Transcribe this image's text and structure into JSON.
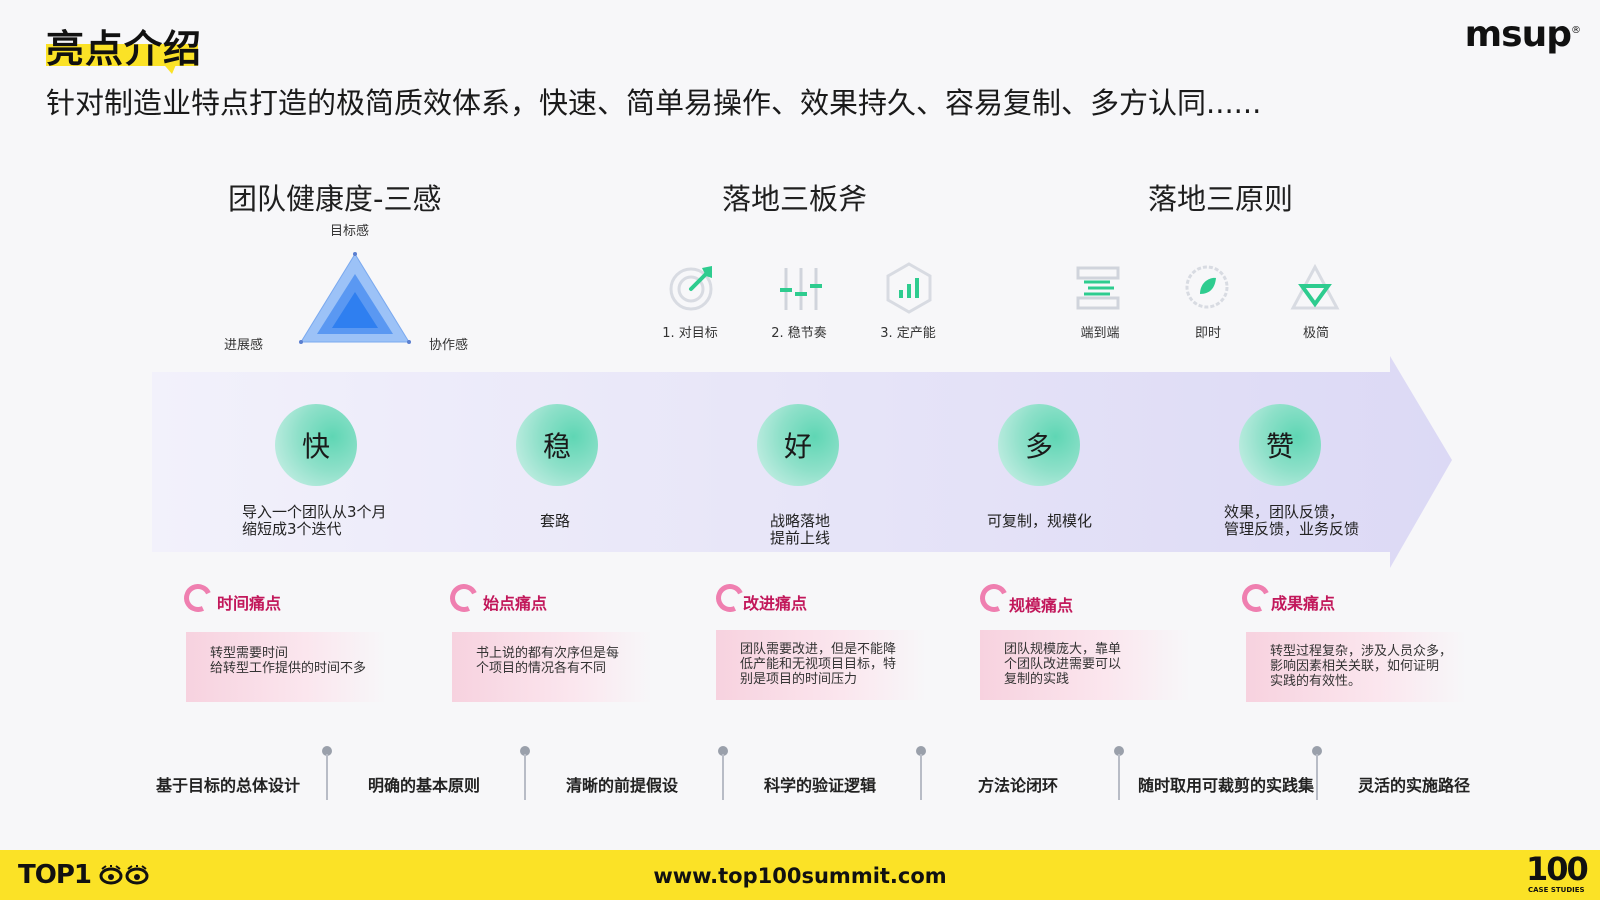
{
  "header": {
    "title": "亮点介绍",
    "subtitle": "针对制造业特点打造的极简质效体系，快速、简单易操作、效果持久、容易复制、多方认同......",
    "logo": "msup",
    "logo_mark": "®"
  },
  "sections": {
    "health": {
      "title": "团队健康度-三感",
      "axes": [
        "目标感",
        "进展感",
        "协作感"
      ]
    },
    "axes3": {
      "title": "落地三板斧",
      "items": [
        {
          "label": "1. 对目标",
          "icon": "target-arrow-icon"
        },
        {
          "label": "2. 稳节奏",
          "icon": "sliders-icon"
        },
        {
          "label": "3. 定产能",
          "icon": "bar-chart-hexagon-icon"
        }
      ]
    },
    "principles": {
      "title": "落地三原则",
      "items": [
        {
          "label": "端到端",
          "icon": "end-to-end-icon"
        },
        {
          "label": "即时",
          "icon": "leaf-circle-icon"
        },
        {
          "label": "极简",
          "icon": "triangle-down-icon"
        }
      ]
    }
  },
  "band": {
    "items": [
      {
        "char": "快",
        "desc": [
          "导入一个团队从3个月",
          "缩短成3个迭代"
        ]
      },
      {
        "char": "稳",
        "desc": [
          "套路"
        ]
      },
      {
        "char": "好",
        "desc": [
          "战略落地",
          "提前上线"
        ]
      },
      {
        "char": "多",
        "desc": [
          "可复制，规模化"
        ]
      },
      {
        "char": "赞",
        "desc": [
          "效果，团队反馈，",
          "管理反馈，业务反馈"
        ]
      }
    ]
  },
  "pain_points": [
    {
      "title": "时间痛点",
      "text": [
        "转型需要时间",
        "给转型工作提供的时间不多"
      ]
    },
    {
      "title": "始点痛点",
      "text": [
        "书上说的都有次序但是每",
        "个项目的情况各有不同"
      ]
    },
    {
      "title": "改进痛点",
      "text": [
        "团队需要改进，但是不能降",
        "低产能和无视项目目标，特",
        "别是项目的时间压力"
      ]
    },
    {
      "title": "规模痛点",
      "text": [
        "团队规模庞大，靠单",
        "个团队改进需要可以",
        "复制的实践"
      ]
    },
    {
      "title": "成果痛点",
      "text": [
        "转型过程复杂，涉及人员众多，",
        "影响因素相关关联，如何证明",
        "实践的有效性。"
      ]
    }
  ],
  "bottom_items": [
    "基于目标的总体设计",
    "明确的基本原则",
    "清晰的前提假设",
    "科学的验证逻辑",
    "方法论闭环",
    "随时取用可裁剪的实践集",
    "灵活的实施路径"
  ],
  "footer": {
    "brand": "TOP1",
    "url": "www.top100summit.com",
    "mark": "100",
    "mark_sub": "CASE STUDIES"
  },
  "colors": {
    "accent_yellow": "#fbe226",
    "mint": "#5fd6b4",
    "pink_title": "#c2185b",
    "triangle_blue": "#2f7ff0",
    "band": "#e8e6f8"
  }
}
